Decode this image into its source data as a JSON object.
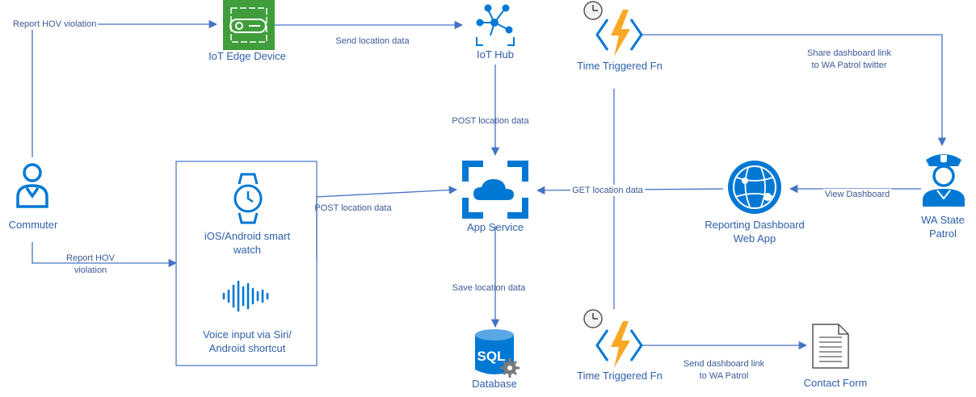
{
  "colors": {
    "line": "#4472c4",
    "text": "#2e5fa8",
    "azure": "#0078d4",
    "iot_green": "#3f9e3b",
    "function_yellow": "#f9a825",
    "sql_gray": "#7a7a7a"
  },
  "nodes": {
    "iot_edge": "IoT Edge Device",
    "iot_hub": "IoT Hub",
    "fn_top": "Time Triggered Fn",
    "fn_bottom": "Time Triggered Fn",
    "commuter": "Commuter",
    "smartwatch_line1": "iOS/Android smart",
    "smartwatch_line2": "watch",
    "voice_line1": "Voice input via Siri/",
    "voice_line2": "Android shortcut",
    "app_service": "App Service",
    "database": "Database",
    "sql_badge": "SQL",
    "dashboard_line1": "Reporting Dashboard",
    "dashboard_line2": "Web App",
    "patrol_line1": "WA State",
    "patrol_line2": "Patrol",
    "contact_form": "Contact Form"
  },
  "edges": {
    "report_hov_top": "Report HOV violation",
    "send_location": "Send location data",
    "share_link_line1": "Share dashboard link",
    "share_link_line2": "to WA Patrol twitter",
    "post_location_hub": "POST location data",
    "post_location_device": "POST location data",
    "get_location": "GET location data",
    "view_dashboard": "View Dashboard",
    "report_hov_bottom_line1": "Report HOV",
    "report_hov_bottom_line2": "violation",
    "save_location": "Save location data",
    "send_link_line1": "Send dashboard link",
    "send_link_line2": "to WA Patrol"
  }
}
